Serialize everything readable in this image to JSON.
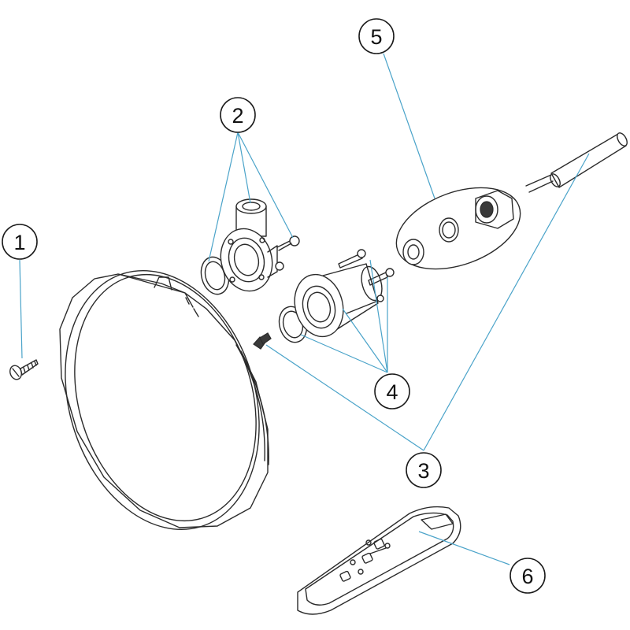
{
  "colors": {
    "leader": "#4aa3c9",
    "line": "#2b2b2b"
  },
  "callouts": [
    {
      "id": "1",
      "label": "1"
    },
    {
      "id": "2",
      "label": "2"
    },
    {
      "id": "3",
      "label": "3"
    },
    {
      "id": "4",
      "label": "4"
    },
    {
      "id": "5",
      "label": "5"
    },
    {
      "id": "6",
      "label": "6"
    }
  ],
  "parts": [
    {
      "callout": "1",
      "icon": "screw-icon"
    },
    {
      "callout": "2",
      "icon": "niche-fitting-icon"
    },
    {
      "callout": "3",
      "icon": "bolt-and-cable-icon"
    },
    {
      "callout": "4",
      "icon": "connector-fitting-icon"
    },
    {
      "callout": "5",
      "icon": "cable-gland-icon"
    },
    {
      "callout": "6",
      "icon": "remote-control-icon"
    },
    {
      "callout": "",
      "icon": "lamp-housing-icon"
    }
  ]
}
